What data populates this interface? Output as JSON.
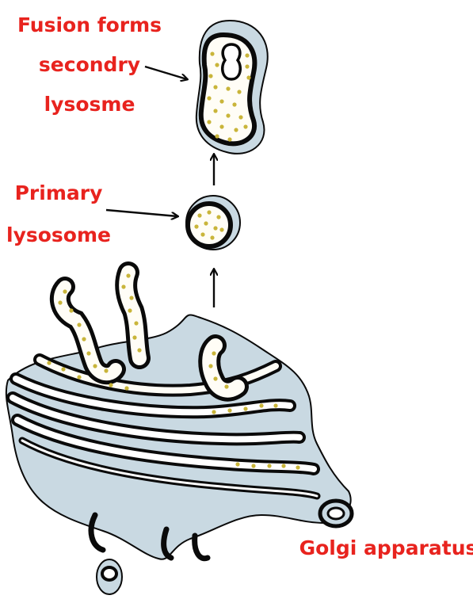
{
  "labels": {
    "secondary_line1": "Fusion forms",
    "secondary_line2": "secondry",
    "secondary_line3": "lysosme",
    "primary_line1": "Primary",
    "primary_line2": "lysosome",
    "golgi": "Golgi apparatus"
  },
  "colors": {
    "label_text": "#e8231e",
    "membrane_fill": "#c9d9e2",
    "outline": "#0a0a0a",
    "lumen_fill": "#fffdf6",
    "enzyme_dot": "#c9b53a"
  }
}
